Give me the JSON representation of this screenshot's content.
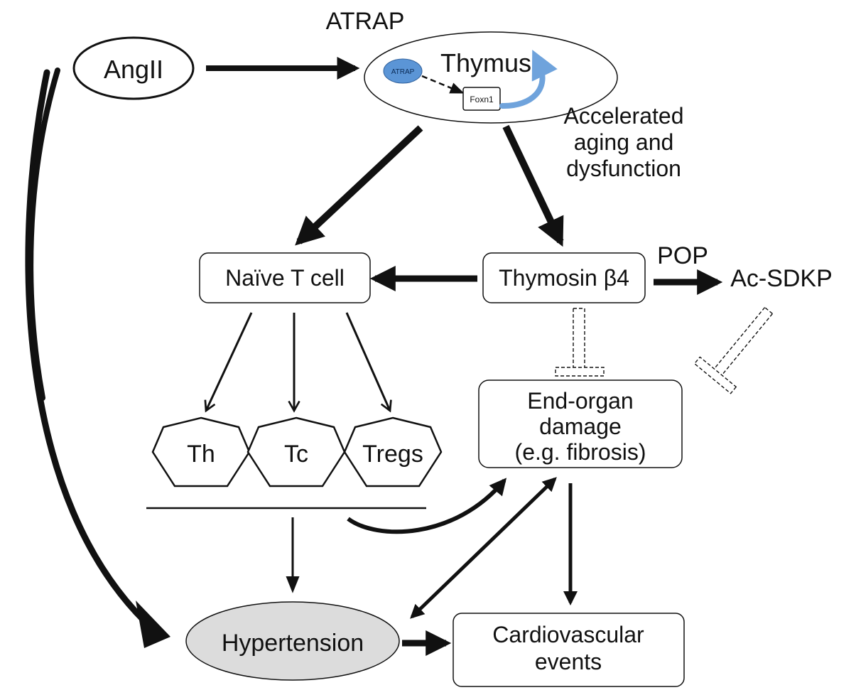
{
  "nodes": {
    "angii": "AngII",
    "atrap_label": "ATRAP",
    "thymus": "Thymus",
    "atrap_inner": "ATRAP",
    "foxn1": "Foxn1",
    "aging": [
      "Accelerated",
      "aging and",
      "dysfunction"
    ],
    "naive_t_cell": "Naïve T cell",
    "thymosin": "Thymosin β4",
    "pop": "POP",
    "ac_sdkp": "Ac-SDKP",
    "th": "Th",
    "tc": "Tc",
    "tregs": "Tregs",
    "end_organ": [
      "End-organ",
      "damage",
      "(e.g. fibrosis)"
    ],
    "hypertension": "Hypertension",
    "cardio": [
      "Cardiovascular",
      "events"
    ]
  },
  "colors": {
    "stroke": "#111111",
    "atrap_blob": "#5b95d6",
    "foxn1_arrow": "#6fa3dc",
    "hypertension_fill": "#dcdcdc"
  }
}
